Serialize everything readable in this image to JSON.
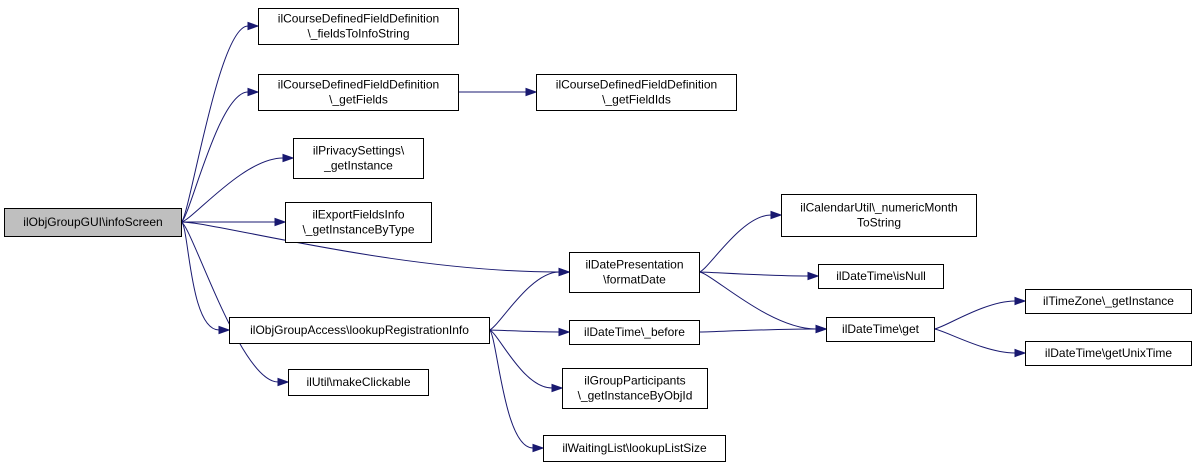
{
  "graph": {
    "nodes": [
      {
        "id": "n0",
        "lines": [
          "ilObjGroupGUI\\infoScreen"
        ],
        "root": true
      },
      {
        "id": "n1",
        "lines": [
          "ilCourseDefinedFieldDefinition",
          "\\_fieldsToInfoString"
        ]
      },
      {
        "id": "n2",
        "lines": [
          "ilCourseDefinedFieldDefinition",
          "\\_getFields"
        ]
      },
      {
        "id": "n3",
        "lines": [
          "ilCourseDefinedFieldDefinition",
          "\\_getFieldIds"
        ]
      },
      {
        "id": "n4",
        "lines": [
          "ilPrivacySettings\\",
          "_getInstance"
        ]
      },
      {
        "id": "n5",
        "lines": [
          "ilExportFieldsInfo",
          "\\_getInstanceByType"
        ]
      },
      {
        "id": "n6",
        "lines": [
          "ilDatePresentation",
          "\\formatDate"
        ]
      },
      {
        "id": "n7",
        "lines": [
          "ilCalendarUtil\\_numericMonth",
          "ToString"
        ]
      },
      {
        "id": "n8",
        "lines": [
          "ilDateTime\\isNull"
        ]
      },
      {
        "id": "n9",
        "lines": [
          "ilDateTime\\get"
        ]
      },
      {
        "id": "n10",
        "lines": [
          "ilTimeZone\\_getInstance"
        ]
      },
      {
        "id": "n11",
        "lines": [
          "ilDateTime\\getUnixTime"
        ]
      },
      {
        "id": "n12",
        "lines": [
          "ilObjGroupAccess\\lookupRegistrationInfo"
        ]
      },
      {
        "id": "n13",
        "lines": [
          "ilDateTime\\_before"
        ]
      },
      {
        "id": "n14",
        "lines": [
          "ilGroupParticipants",
          "\\_getInstanceByObjId"
        ]
      },
      {
        "id": "n15",
        "lines": [
          "ilWaitingList\\lookupListSize"
        ]
      },
      {
        "id": "n16",
        "lines": [
          "ilUtil\\makeClickable"
        ]
      }
    ],
    "edges": [
      [
        "n0",
        "n1"
      ],
      [
        "n0",
        "n2"
      ],
      [
        "n2",
        "n3"
      ],
      [
        "n0",
        "n4"
      ],
      [
        "n0",
        "n5"
      ],
      [
        "n0",
        "n6"
      ],
      [
        "n6",
        "n7"
      ],
      [
        "n6",
        "n8"
      ],
      [
        "n6",
        "n9"
      ],
      [
        "n9",
        "n10"
      ],
      [
        "n9",
        "n11"
      ],
      [
        "n0",
        "n12"
      ],
      [
        "n12",
        "n6"
      ],
      [
        "n12",
        "n13"
      ],
      [
        "n13",
        "n9"
      ],
      [
        "n12",
        "n14"
      ],
      [
        "n12",
        "n15"
      ],
      [
        "n0",
        "n16"
      ]
    ]
  }
}
